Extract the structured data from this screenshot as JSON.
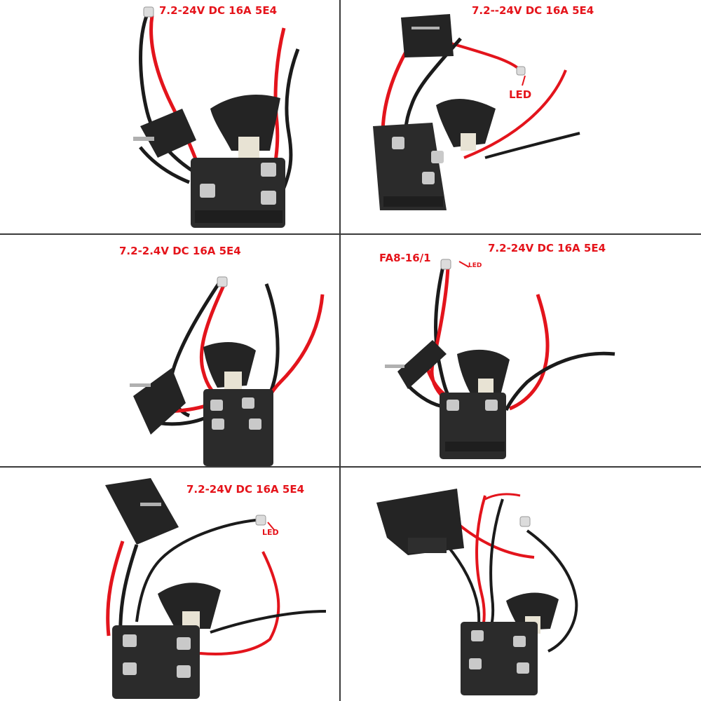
{
  "colors": {
    "label": "#e5141b",
    "wire_red": "#e3141c",
    "wire_black": "#1b1b1b",
    "plastic": "#242424",
    "terminal": "#c9c9c9",
    "divider": "#3a3a3a"
  },
  "panels": [
    {
      "spec": "7.2-24V DC 16A  5E4"
    },
    {
      "spec": "7.2--24V DC 16A 5E4",
      "led": "LED"
    },
    {
      "spec": "7.2-2.4V DC 16A 5E4"
    },
    {
      "spec": "7.2-24V DC 16A 5E4",
      "model": "FA8-16/1",
      "led": "LED"
    },
    {
      "spec": "7.2-24V  DC 16A 5E4",
      "led": "LED"
    },
    {
      "spec": ""
    }
  ]
}
